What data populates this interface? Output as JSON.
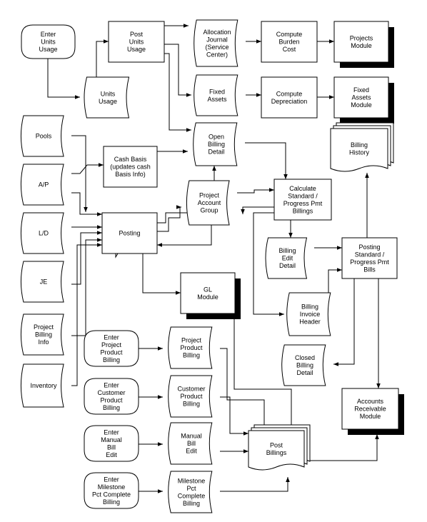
{
  "nodes": {
    "enter_units_usage": "Enter\nUnits\nUsage",
    "post_units_usage": "Post\nUnits\nUsage",
    "units_usage": "Units\nUsage",
    "allocation_journal": "Allocation\nJournal\n(Service\nCenter)",
    "compute_burden_cost": "Compute\nBurden\nCost",
    "projects_module": "Projects\nModule",
    "fixed_assets": "Fixed\nAssets",
    "compute_depreciation": "Compute\nDepreciation",
    "fixed_assets_module": "Fixed\nAssets\nModule",
    "pools": "Pools",
    "cash_basis": "Cash Basis\n(updates cash\nBasis Info)",
    "open_billing_detail": "Open\nBilling\nDetail",
    "billing_history": "Billing\nHistory",
    "ap": "A/P",
    "project_account_group": "Project\nAccount\nGroup",
    "calculate_billings": "Calculate\nStandard /\nProgress Pmt\nBillings",
    "ld": "L/D",
    "posting": "Posting",
    "billing_edit_detail": "Billing\nEdit\nDetail",
    "posting_bills": "Posting\nStandard /\nProgress Pmt\nBills",
    "je": "JE",
    "gl_module": "GL\nModule",
    "billing_invoice_header": "Billing\nInvoice\nHeader",
    "project_billing_info": "Project\nBilling\nInfo",
    "enter_project_product_billing": "Enter\nProject\nProduct\nBilling",
    "project_product_billing": "Project\nProduct\nBilling",
    "closed_billing_detail": "Closed\nBilling\nDetail",
    "inventory": "Inventory",
    "enter_customer_product_billing": "Enter\nCustomer\nProduct\nBilling",
    "customer_product_billing": "Customer\nProduct\nBilling",
    "accounts_receivable_module": "Accounts\nReceivable\nModule",
    "enter_manual_bill_edit": "Enter\nManual\nBill\nEdit",
    "manual_bill_edit": "Manual\nBill\nEdit",
    "post_billings": "Post\nBillings",
    "enter_milestone_billing": "Enter\nMilestone\nPct Complete\nBilling",
    "milestone_billing": "Milestone\nPct\nComplete\nBilling"
  }
}
